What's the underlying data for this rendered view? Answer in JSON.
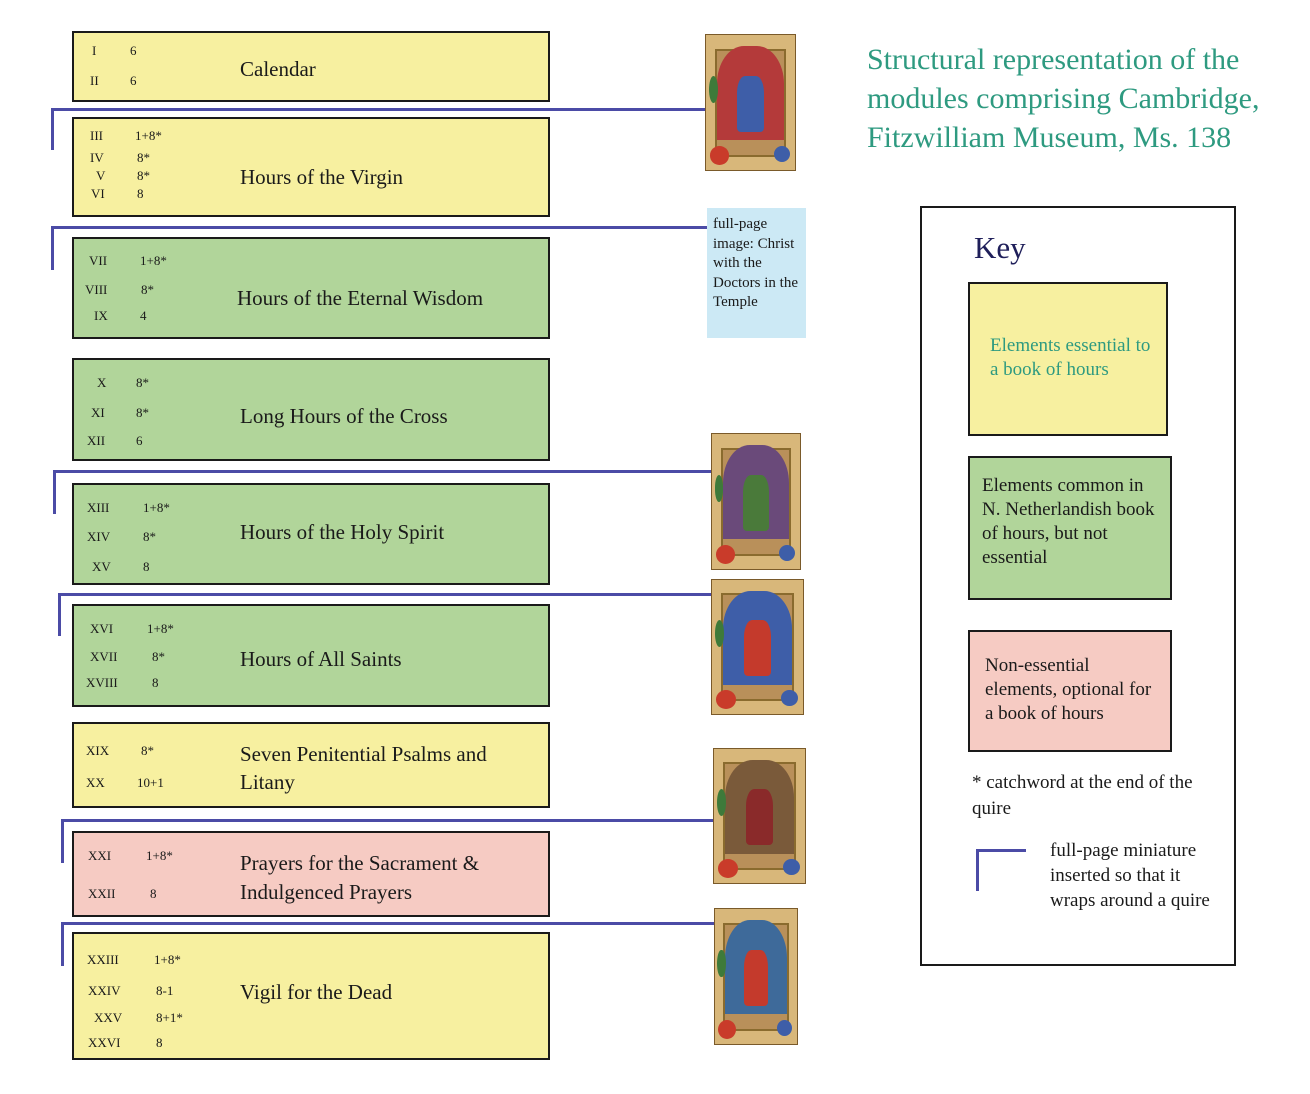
{
  "heading": [
    "Structural representation of the",
    "modules comprising Cambridge,",
    "Fitzwilliam Museum, Ms. 138"
  ],
  "modules": [
    {
      "title": [
        "Calendar"
      ],
      "color": "yellow",
      "quires": [
        {
          "num": "I",
          "leaves": "6"
        },
        {
          "num": "II",
          "leaves": "6"
        }
      ]
    },
    {
      "title": [
        "Hours of the Virgin"
      ],
      "color": "yellow",
      "quires": [
        {
          "num": "III",
          "leaves": "1+8*"
        },
        {
          "num": "IV",
          "leaves": "8*"
        },
        {
          "num": "V",
          "leaves": "8*"
        },
        {
          "num": "VI",
          "leaves": "8"
        }
      ]
    },
    {
      "title": [
        "Hours of the Eternal Wisdom"
      ],
      "color": "green",
      "quires": [
        {
          "num": "VII",
          "leaves": "1+8*"
        },
        {
          "num": "VIII",
          "leaves": "8*"
        },
        {
          "num": "IX",
          "leaves": "4"
        }
      ]
    },
    {
      "title": [
        "Long Hours of the Cross"
      ],
      "color": "green",
      "quires": [
        {
          "num": "X",
          "leaves": "8*"
        },
        {
          "num": "XI",
          "leaves": "8*"
        },
        {
          "num": "XII",
          "leaves": "6"
        }
      ]
    },
    {
      "title": [
        "Hours of the Holy Spirit"
      ],
      "color": "green",
      "quires": [
        {
          "num": "XIII",
          "leaves": "1+8*"
        },
        {
          "num": "XIV",
          "leaves": "8*"
        },
        {
          "num": "XV",
          "leaves": "8"
        }
      ]
    },
    {
      "title": [
        "Hours of All Saints"
      ],
      "color": "green",
      "quires": [
        {
          "num": "XVI",
          "leaves": "1+8*"
        },
        {
          "num": "XVII",
          "leaves": "8*"
        },
        {
          "num": "XVIII",
          "leaves": "8"
        }
      ]
    },
    {
      "title": [
        "Seven Penitential Psalms and",
        "Litany"
      ],
      "color": "yellow",
      "quires": [
        {
          "num": "XIX",
          "leaves": "8*"
        },
        {
          "num": "XX",
          "leaves": "10+1"
        }
      ]
    },
    {
      "title": [
        "Prayers for the Sacrament &",
        "Indulgenced Prayers"
      ],
      "color": "pink",
      "quires": [
        {
          "num": "XXI",
          "leaves": "1+8*"
        },
        {
          "num": "XXII",
          "leaves": "8"
        }
      ]
    },
    {
      "title": [
        "Vigil for the Dead"
      ],
      "color": "yellow",
      "quires": [
        {
          "num": "XXIII",
          "leaves": "1+8*"
        },
        {
          "num": "XXIV",
          "leaves": "8-1"
        },
        {
          "num": "XXV",
          "leaves": "8+1*"
        },
        {
          "num": "XXVI",
          "leaves": "8"
        }
      ]
    }
  ],
  "note": "full-page image: Christ with the Doctors in the Temple",
  "key": {
    "title": "Key",
    "essential": "Elements essential to a book of hours",
    "common": "Elements common in N. Netherlandish book of hours, but not essential",
    "optional": "Non-essential elements, optional for a book of hours",
    "catchword": "* catchword at the end of the quire",
    "wrap": "full-page miniature inserted so that it wraps around a quire"
  },
  "colors": {
    "yellow": "#f7f0a0",
    "green": "#b1d59a",
    "pink": "#f6cbc3",
    "wrap_line": "#4b4ba6",
    "heading": "#2e9a80",
    "note_bg": "#cce9f5"
  }
}
